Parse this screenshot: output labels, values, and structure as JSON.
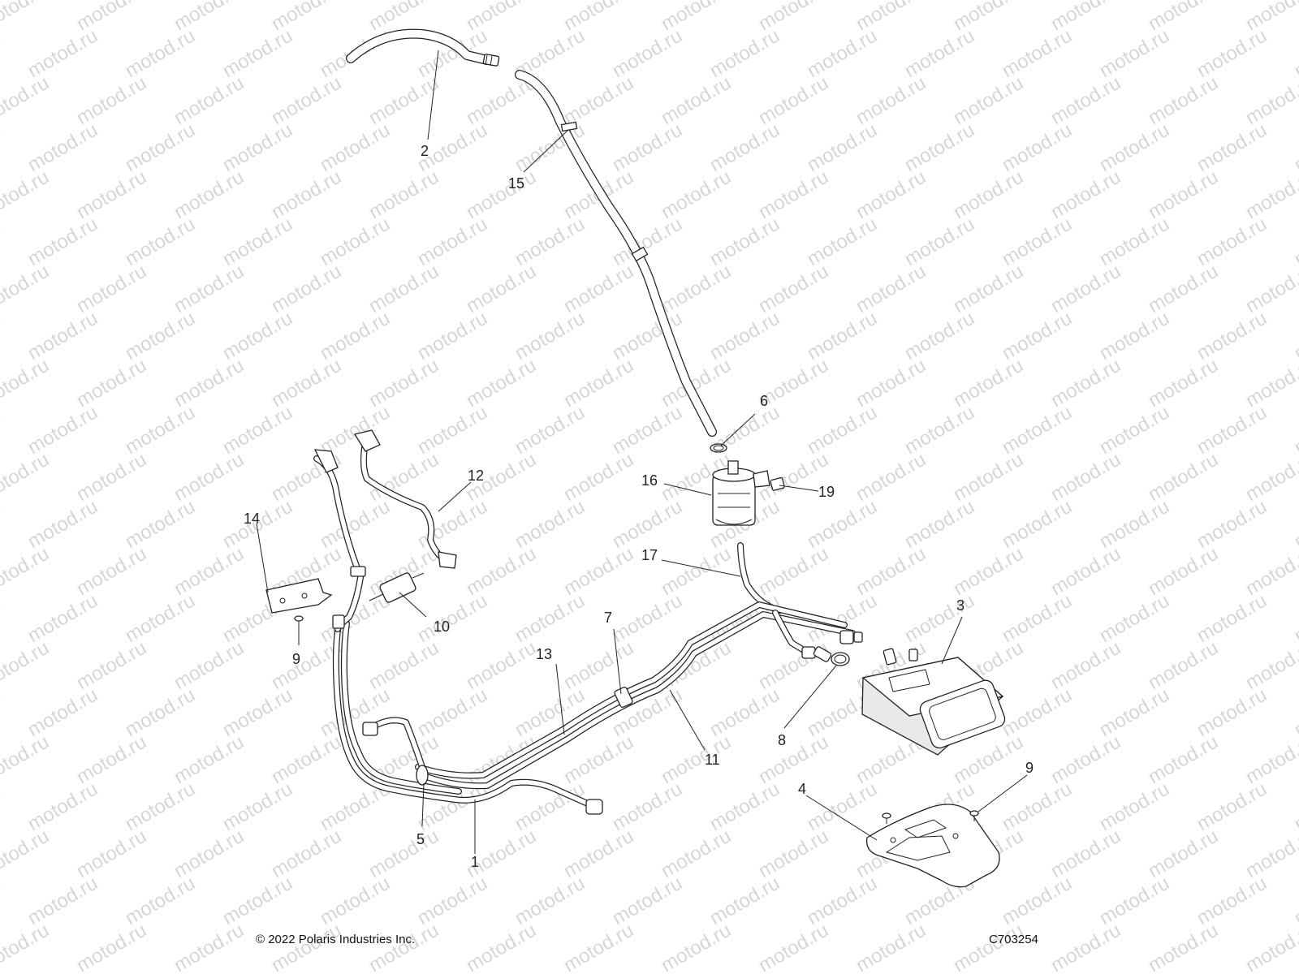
{
  "watermark": "motod.ru",
  "footer": {
    "copyright": "© 2022 Polaris Industries Inc.",
    "diagram_id": "C703254"
  },
  "callouts": {
    "c1": "1",
    "c2": "2",
    "c3": "3",
    "c4": "4",
    "c5": "5",
    "c6": "6",
    "c7": "7",
    "c8": "8",
    "c9a": "9",
    "c9b": "9",
    "c10": "10",
    "c11": "11",
    "c12": "12",
    "c13": "13",
    "c14": "14",
    "c15": "15",
    "c16": "16",
    "c17": "17",
    "c19": "19"
  }
}
